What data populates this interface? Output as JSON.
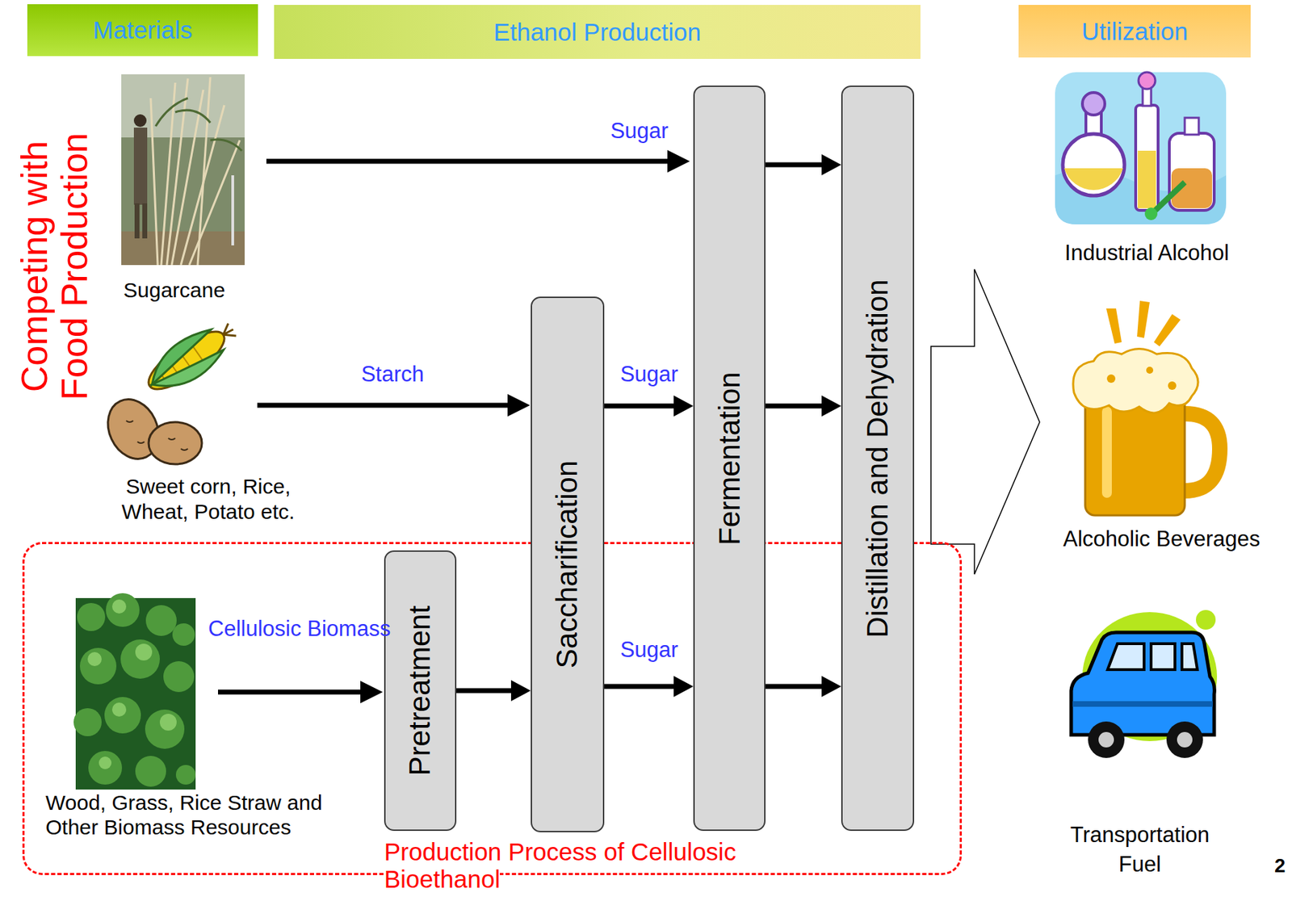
{
  "diagram": {
    "nodes": [
      {
        "text": [
          "Materials"
        ]
      },
      {
        "text": [
          "Ethanol Production"
        ]
      },
      {
        "text": [
          "Utilization"
        ]
      },
      {
        "text": [
          "Production Process of Cellulosic Bioethanol"
        ]
      },
      {
        "text": [
          "Pretreatment"
        ],
        "in": 3
      },
      {
        "text": [
          "Saccharification"
        ]
      },
      {
        "text": [
          "Fermentation"
        ]
      },
      {
        "text": [
          "Distillation and Dehydration"
        ]
      }
    ],
    "edges": [
      {
        "from": 4,
        "to": 5,
        "arrow": "to"
      },
      {
        "from": 5,
        "to": 6,
        "label": "Sugar",
        "arrow": "to"
      },
      {
        "from": 5,
        "to": 6,
        "label": "Sugar",
        "arrow": "to"
      },
      {
        "from": 6,
        "to": 7,
        "arrow": "to"
      },
      {
        "from": 6,
        "to": 7,
        "arrow": "to"
      },
      {
        "from": 6,
        "to": 7,
        "arrow": "to"
      }
    ],
    "labels": [
      "Competing with Food Production",
      "Sugarcane",
      "Sweet corn, Rice, Wheat, Potato etc.",
      "Wood, Grass, Rice Straw and Other Biomass Resources",
      "Sugar",
      "Starch",
      "Cellulosic Biomass",
      "Industrial Alcohol",
      "Alcoholic Beverages",
      "Transportation Fuel",
      "2"
    ]
  }
}
